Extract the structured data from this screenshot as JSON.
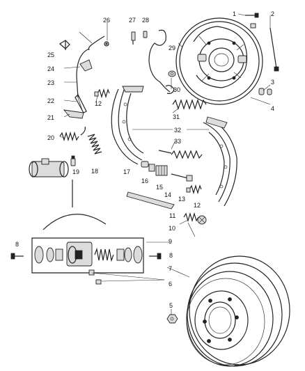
{
  "diagram": {
    "callouts": [
      "1",
      "2",
      "3",
      "4",
      "5",
      "6",
      "7",
      "8",
      "9",
      "10",
      "11",
      "12",
      "13",
      "14",
      "15",
      "16",
      "17",
      "18",
      "19",
      "20",
      "21",
      "22",
      "23",
      "24",
      "25",
      "26",
      "27",
      "28",
      "29",
      "30",
      "31",
      "32",
      "33"
    ],
    "icons": [
      "brake-backing-plate",
      "brake-drum",
      "brake-shoe",
      "wheel-cylinder",
      "spring",
      "adjuster",
      "cable",
      "bolt",
      "nut"
    ]
  }
}
